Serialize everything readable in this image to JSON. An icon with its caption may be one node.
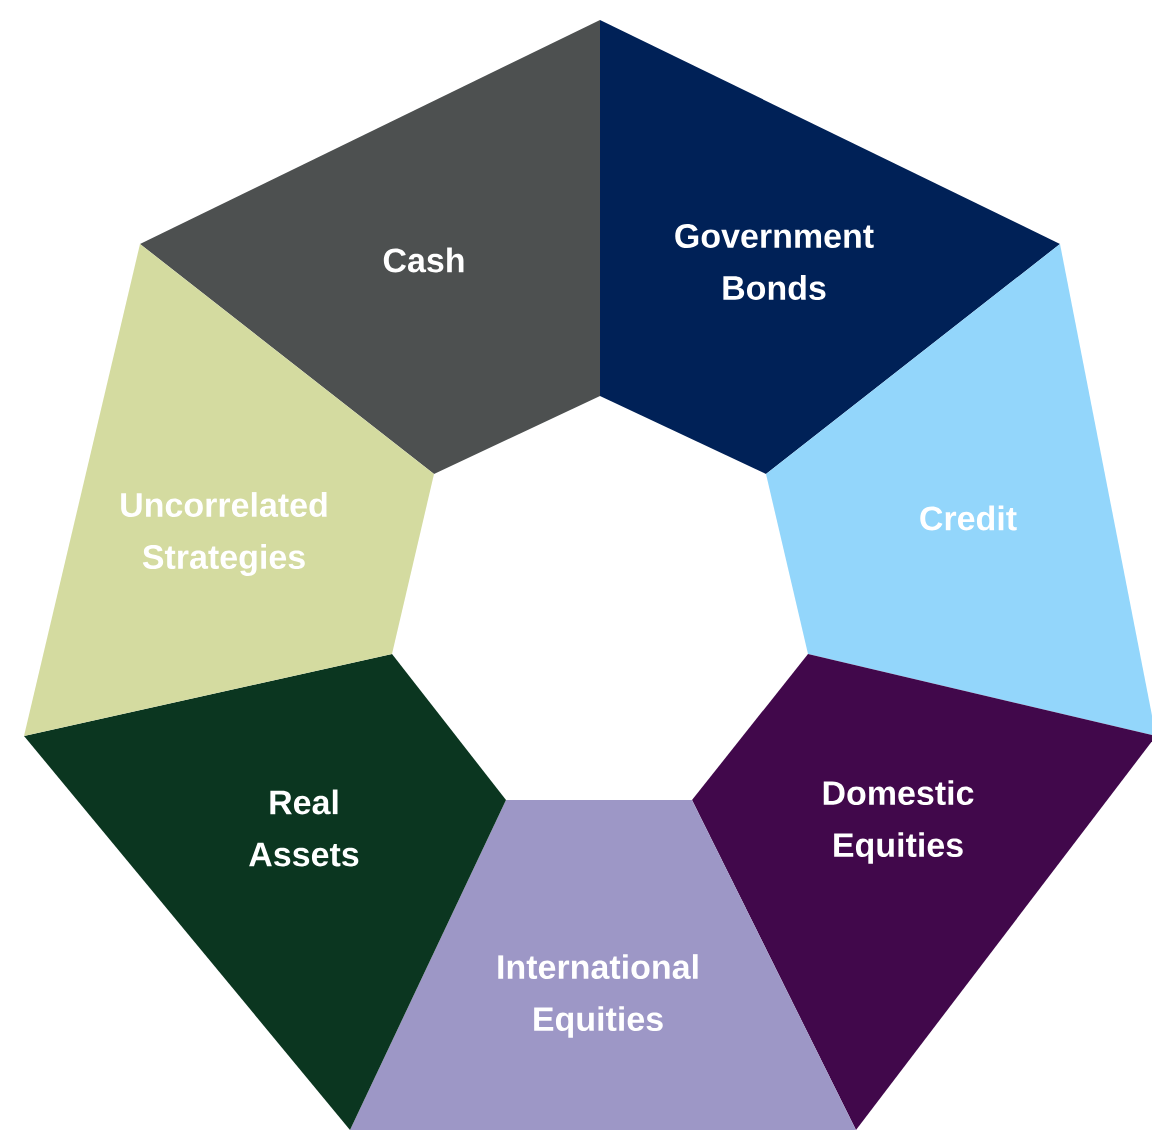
{
  "diagram": {
    "nodes": [
      {
        "text": [
          "Cash"
        ]
      },
      {
        "text": [
          "Government Bonds"
        ]
      },
      {
        "text": [
          "Credit"
        ]
      },
      {
        "text": [
          "Domestic Equities"
        ]
      },
      {
        "text": [
          "International Equities"
        ]
      },
      {
        "text": [
          "Real Assets"
        ]
      },
      {
        "text": [
          "Uncorrelated Strategies"
        ]
      }
    ]
  }
}
